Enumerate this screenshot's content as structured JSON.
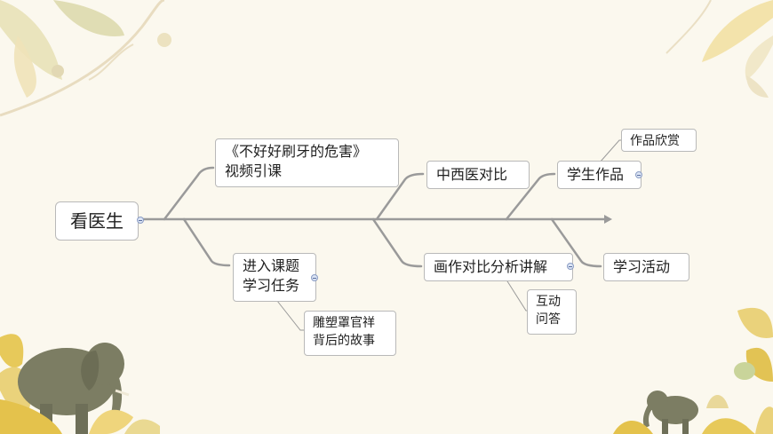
{
  "root": {
    "label": "看医生"
  },
  "branches": {
    "video": {
      "line1": "《不好好刷牙的危害》",
      "line2": "视频引课"
    },
    "task": {
      "line1": "进入课题",
      "line2": "学习任务"
    },
    "story": {
      "line1": "雕塑罩官祥",
      "line2": "背后的故事"
    },
    "compare": {
      "label": "中西医对比"
    },
    "analysis": {
      "label": "画作对比分析讲解"
    },
    "qa": {
      "line1": "互动",
      "line2": "问答"
    },
    "works": {
      "label": "学生作品"
    },
    "appreciate": {
      "label": "作品欣赏"
    },
    "activity": {
      "label": "学习活动"
    }
  },
  "colors": {
    "line": "#9a9a9a",
    "background": "#fbf8ee",
    "leaf": "#e7c95a",
    "leaf_dark": "#c9d49a",
    "elephant": "#7c7d63"
  }
}
